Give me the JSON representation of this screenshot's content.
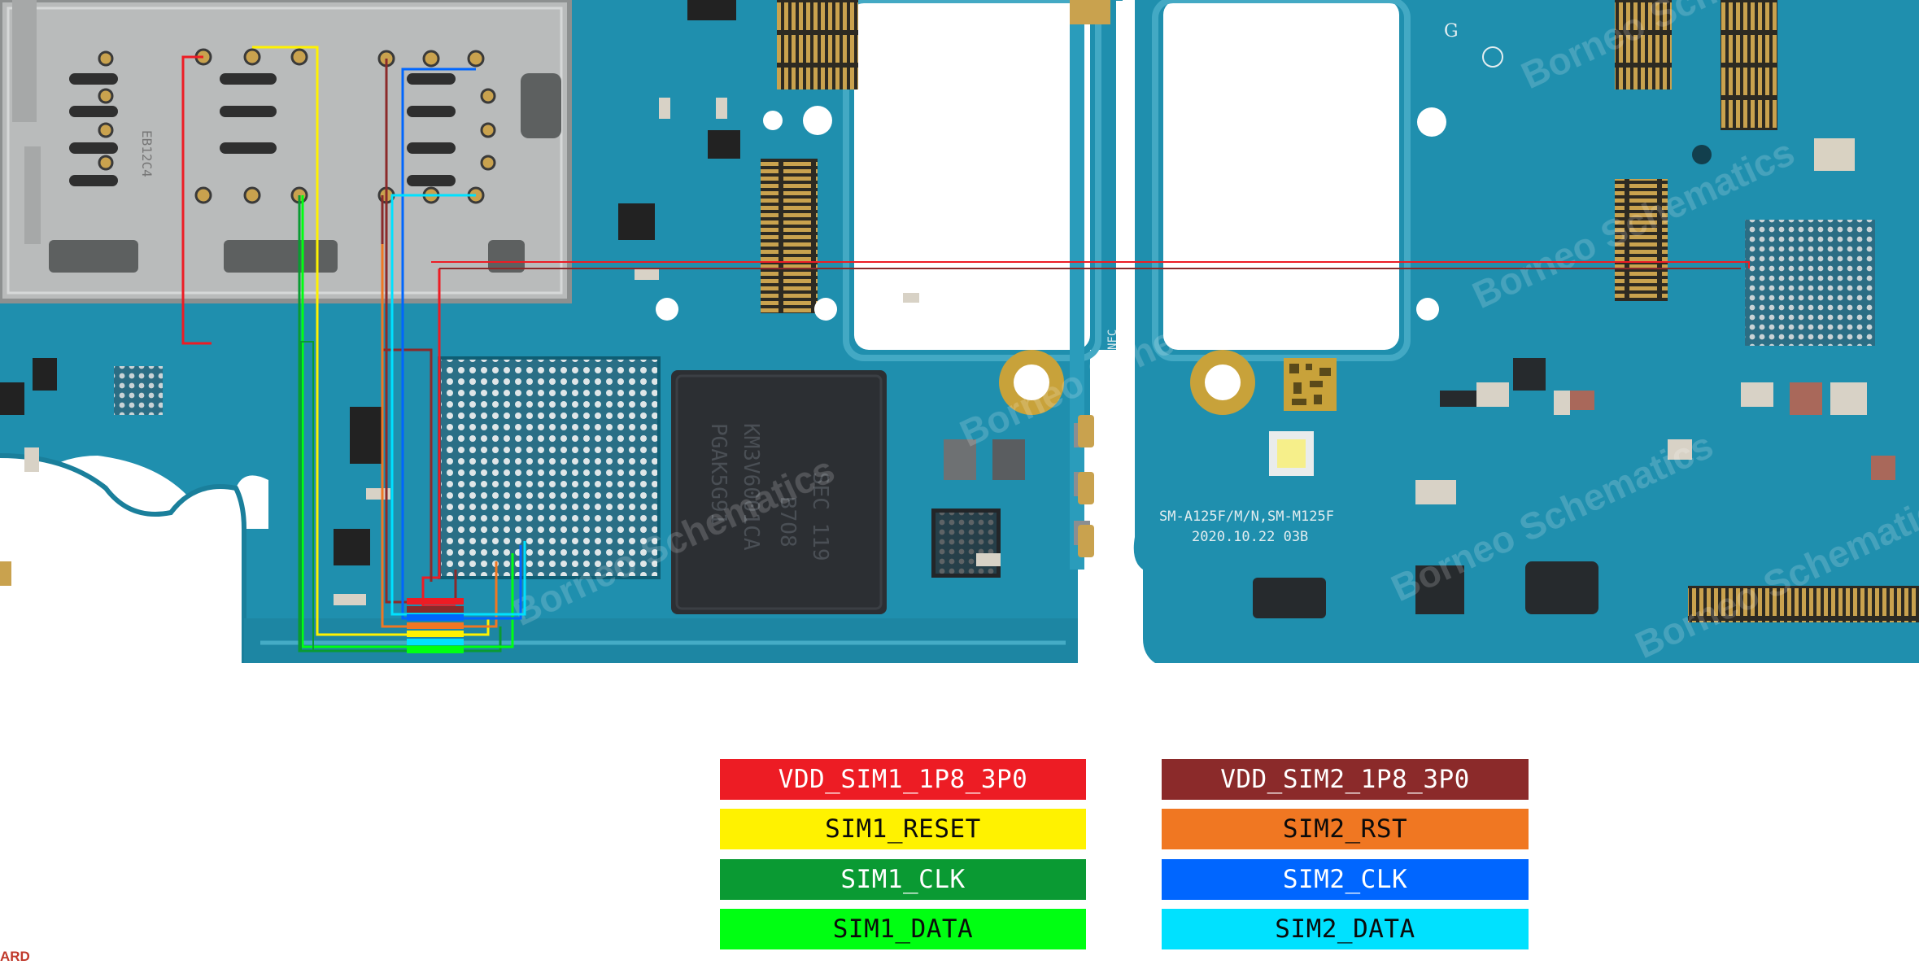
{
  "diagram": {
    "board_text": {
      "model": "SM-A125F/M/N,SM-M125F",
      "date": "2020.10.22  03B",
      "chip_line1": "SEC 119",
      "chip_line2": "B7O8",
      "chip_line3": "KM3V6001CA",
      "chip_line4": "PGAK5G91",
      "nfc_label": "NFC",
      "watermark": "Borneo Schematics"
    },
    "legend": [
      {
        "label": "VDD_SIM1_1P8_3P0",
        "color": "#ed1c24"
      },
      {
        "label": "SIM1_RESET",
        "color": "#fff200"
      },
      {
        "label": "SIM1_CLK",
        "color": "#0a9a33"
      },
      {
        "label": "SIM1_DATA",
        "color": "#00ff12"
      },
      {
        "label": "VDD_SIM2_1P8_3P0",
        "color": "#8b2a2a"
      },
      {
        "label": "SIM2_RST",
        "color": "#f07722"
      },
      {
        "label": "SIM2_CLK",
        "color": "#0066ff"
      },
      {
        "label": "SIM2_DATA",
        "color": "#00e1ff"
      }
    ],
    "corner_label": "ARD",
    "colors": {
      "pcb": "#1f8fae",
      "pcb_dark": "#156f8a",
      "silver": "#b9bbbb",
      "chip": "#2c2f33"
    }
  }
}
